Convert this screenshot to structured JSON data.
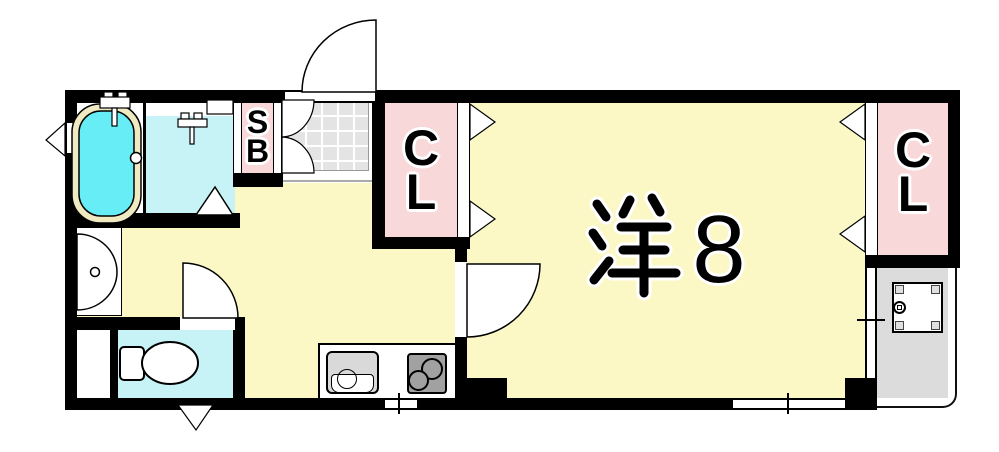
{
  "title": "apartment-floor-plan",
  "rooms": {
    "main_room": {
      "label": "洋8",
      "kanji": "洋",
      "digit": "8",
      "type": "western-room-8-tatami"
    },
    "closet_center": {
      "line1": "C",
      "line2": "L"
    },
    "closet_right": {
      "line1": "C",
      "line2": "L"
    },
    "shoe_box": {
      "line1": "S",
      "line2": "B"
    }
  },
  "fixtures": [
    "bathtub",
    "shower-mixer",
    "bath-shelf",
    "wash-basin",
    "toilet",
    "kitchen-sink",
    "gas-stove",
    "washing-machine-pan",
    "entrance-tile",
    "balcony"
  ],
  "colors": {
    "wall": "#000000",
    "room_fill": "#FBF8C6",
    "closet_fill": "#F8D8D8",
    "tub_water": "#67EDF5",
    "wet_floor": "#C7F2F6",
    "tub_rim": "#EFEAC2",
    "entrance_tile": "#E4E4E4",
    "balcony": "#DCDCDC",
    "sink": "#D9D9D9",
    "stove": "#A1A1A1"
  }
}
